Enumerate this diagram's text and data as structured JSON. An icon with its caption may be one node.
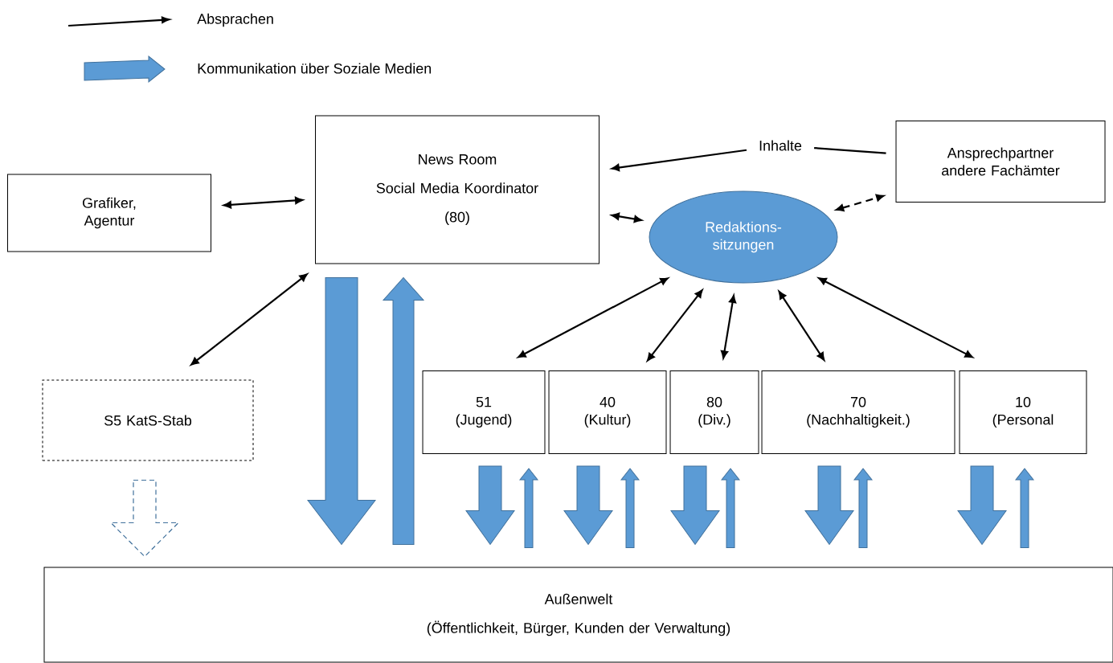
{
  "diagram": {
    "nodes": [
      {
        "text": [
          "Grafiker, Agentur"
        ]
      },
      {
        "text": [
          "News Room",
          "Social Media Koordinator",
          "(80)"
        ]
      },
      {
        "text": [
          "Inhalte"
        ]
      },
      {
        "text": [
          "Ansprechpartner andere Fachämter"
        ]
      },
      {
        "text": [
          "Redaktions- sitzungen"
        ]
      },
      {
        "text": [
          "S5 KatS-Stab"
        ]
      },
      {
        "text": [
          "51",
          "(Jugend)"
        ]
      },
      {
        "text": [
          "40",
          "(Kultur)"
        ]
      },
      {
        "text": [
          "80",
          "(Div.)"
        ]
      },
      {
        "text": [
          "70",
          "(Nachhaltigkeit.)"
        ]
      },
      {
        "text": [
          "10",
          "(Personal"
        ]
      },
      {
        "text": [
          "Außenwelt",
          "(Öffentlichkeit, Bürger, Kunden der Verwaltung)"
        ]
      }
    ],
    "edges": [
      {
        "from": 0,
        "to": 1,
        "arrow": "both"
      },
      {
        "from": 3,
        "to": 2,
        "arrow": "none"
      },
      {
        "from": 2,
        "to": 1,
        "arrow": "to"
      },
      {
        "from": 1,
        "to": 4,
        "arrow": "both"
      },
      {
        "from": 4,
        "to": 3,
        "arrow": "both",
        "style": "dashed"
      },
      {
        "from": 1,
        "to": 5,
        "arrow": "both"
      },
      {
        "from": 4,
        "to": 6,
        "arrow": "both"
      },
      {
        "from": 4,
        "to": 7,
        "arrow": "both"
      },
      {
        "from": 4,
        "to": 8,
        "arrow": "both"
      },
      {
        "from": 4,
        "to": 9,
        "arrow": "both"
      },
      {
        "from": 4,
        "to": 10,
        "arrow": "both"
      },
      {
        "from": 1,
        "to": 11,
        "arrow": "to",
        "style": "thick",
        "color": "#5b9bd5"
      },
      {
        "from": 11,
        "to": 1,
        "arrow": "to",
        "style": "thick",
        "color": "#5b9bd5"
      },
      {
        "from": 6,
        "to": 11,
        "arrow": "to",
        "style": "thick",
        "color": "#5b9bd5"
      },
      {
        "from": 11,
        "to": 6,
        "arrow": "to",
        "style": "thick",
        "color": "#5b9bd5"
      },
      {
        "from": 7,
        "to": 11,
        "arrow": "to",
        "style": "thick",
        "color": "#5b9bd5"
      },
      {
        "from": 11,
        "to": 7,
        "arrow": "to",
        "style": "thick",
        "color": "#5b9bd5"
      },
      {
        "from": 8,
        "to": 11,
        "arrow": "to",
        "style": "thick",
        "color": "#5b9bd5"
      },
      {
        "from": 11,
        "to": 8,
        "arrow": "to",
        "style": "thick",
        "color": "#5b9bd5"
      },
      {
        "from": 9,
        "to": 11,
        "arrow": "to",
        "style": "thick",
        "color": "#5b9bd5"
      },
      {
        "from": 11,
        "to": 9,
        "arrow": "to",
        "style": "thick",
        "color": "#5b9bd5"
      },
      {
        "from": 10,
        "to": 11,
        "arrow": "to",
        "style": "thick",
        "color": "#5b9bd5"
      },
      {
        "from": 11,
        "to": 10,
        "arrow": "to",
        "style": "thick",
        "color": "#5b9bd5"
      },
      {
        "from": 5,
        "to": 11,
        "arrow": "to",
        "style": "dashed",
        "color": "#5b9bd5"
      }
    ],
    "legend": [
      {
        "text": "Absprachen"
      },
      {
        "text": "Kommunikation über Soziale Medien"
      }
    ]
  }
}
